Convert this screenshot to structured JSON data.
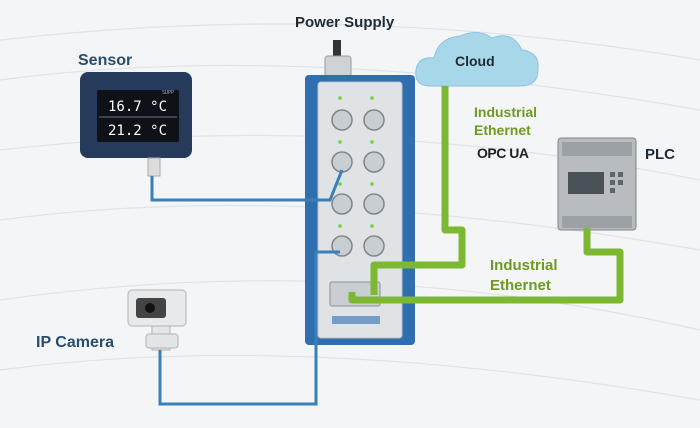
{
  "labels": {
    "power_supply": "Power Supply",
    "sensor": "Sensor",
    "cloud": "Cloud",
    "industrial_ethernet_top": "Industrial\nEthernet",
    "opc_ua": "OPC UA",
    "plc": "PLC",
    "industrial_ethernet_bottom": "Industrial\nEthernet",
    "ip_camera": "IP Camera"
  },
  "sensor_display": {
    "brand": "SUPP",
    "reading_1": "16.7 °C",
    "reading_2": "21.2 °C"
  },
  "colors": {
    "blue_cable": "#3a7fb8",
    "green_cable": "#7cb832",
    "cloud": "#a9d7ea",
    "switch_frame": "#2f6fb0",
    "label_blue": "#2a4d6e",
    "label_green": "#6d9a1f"
  }
}
